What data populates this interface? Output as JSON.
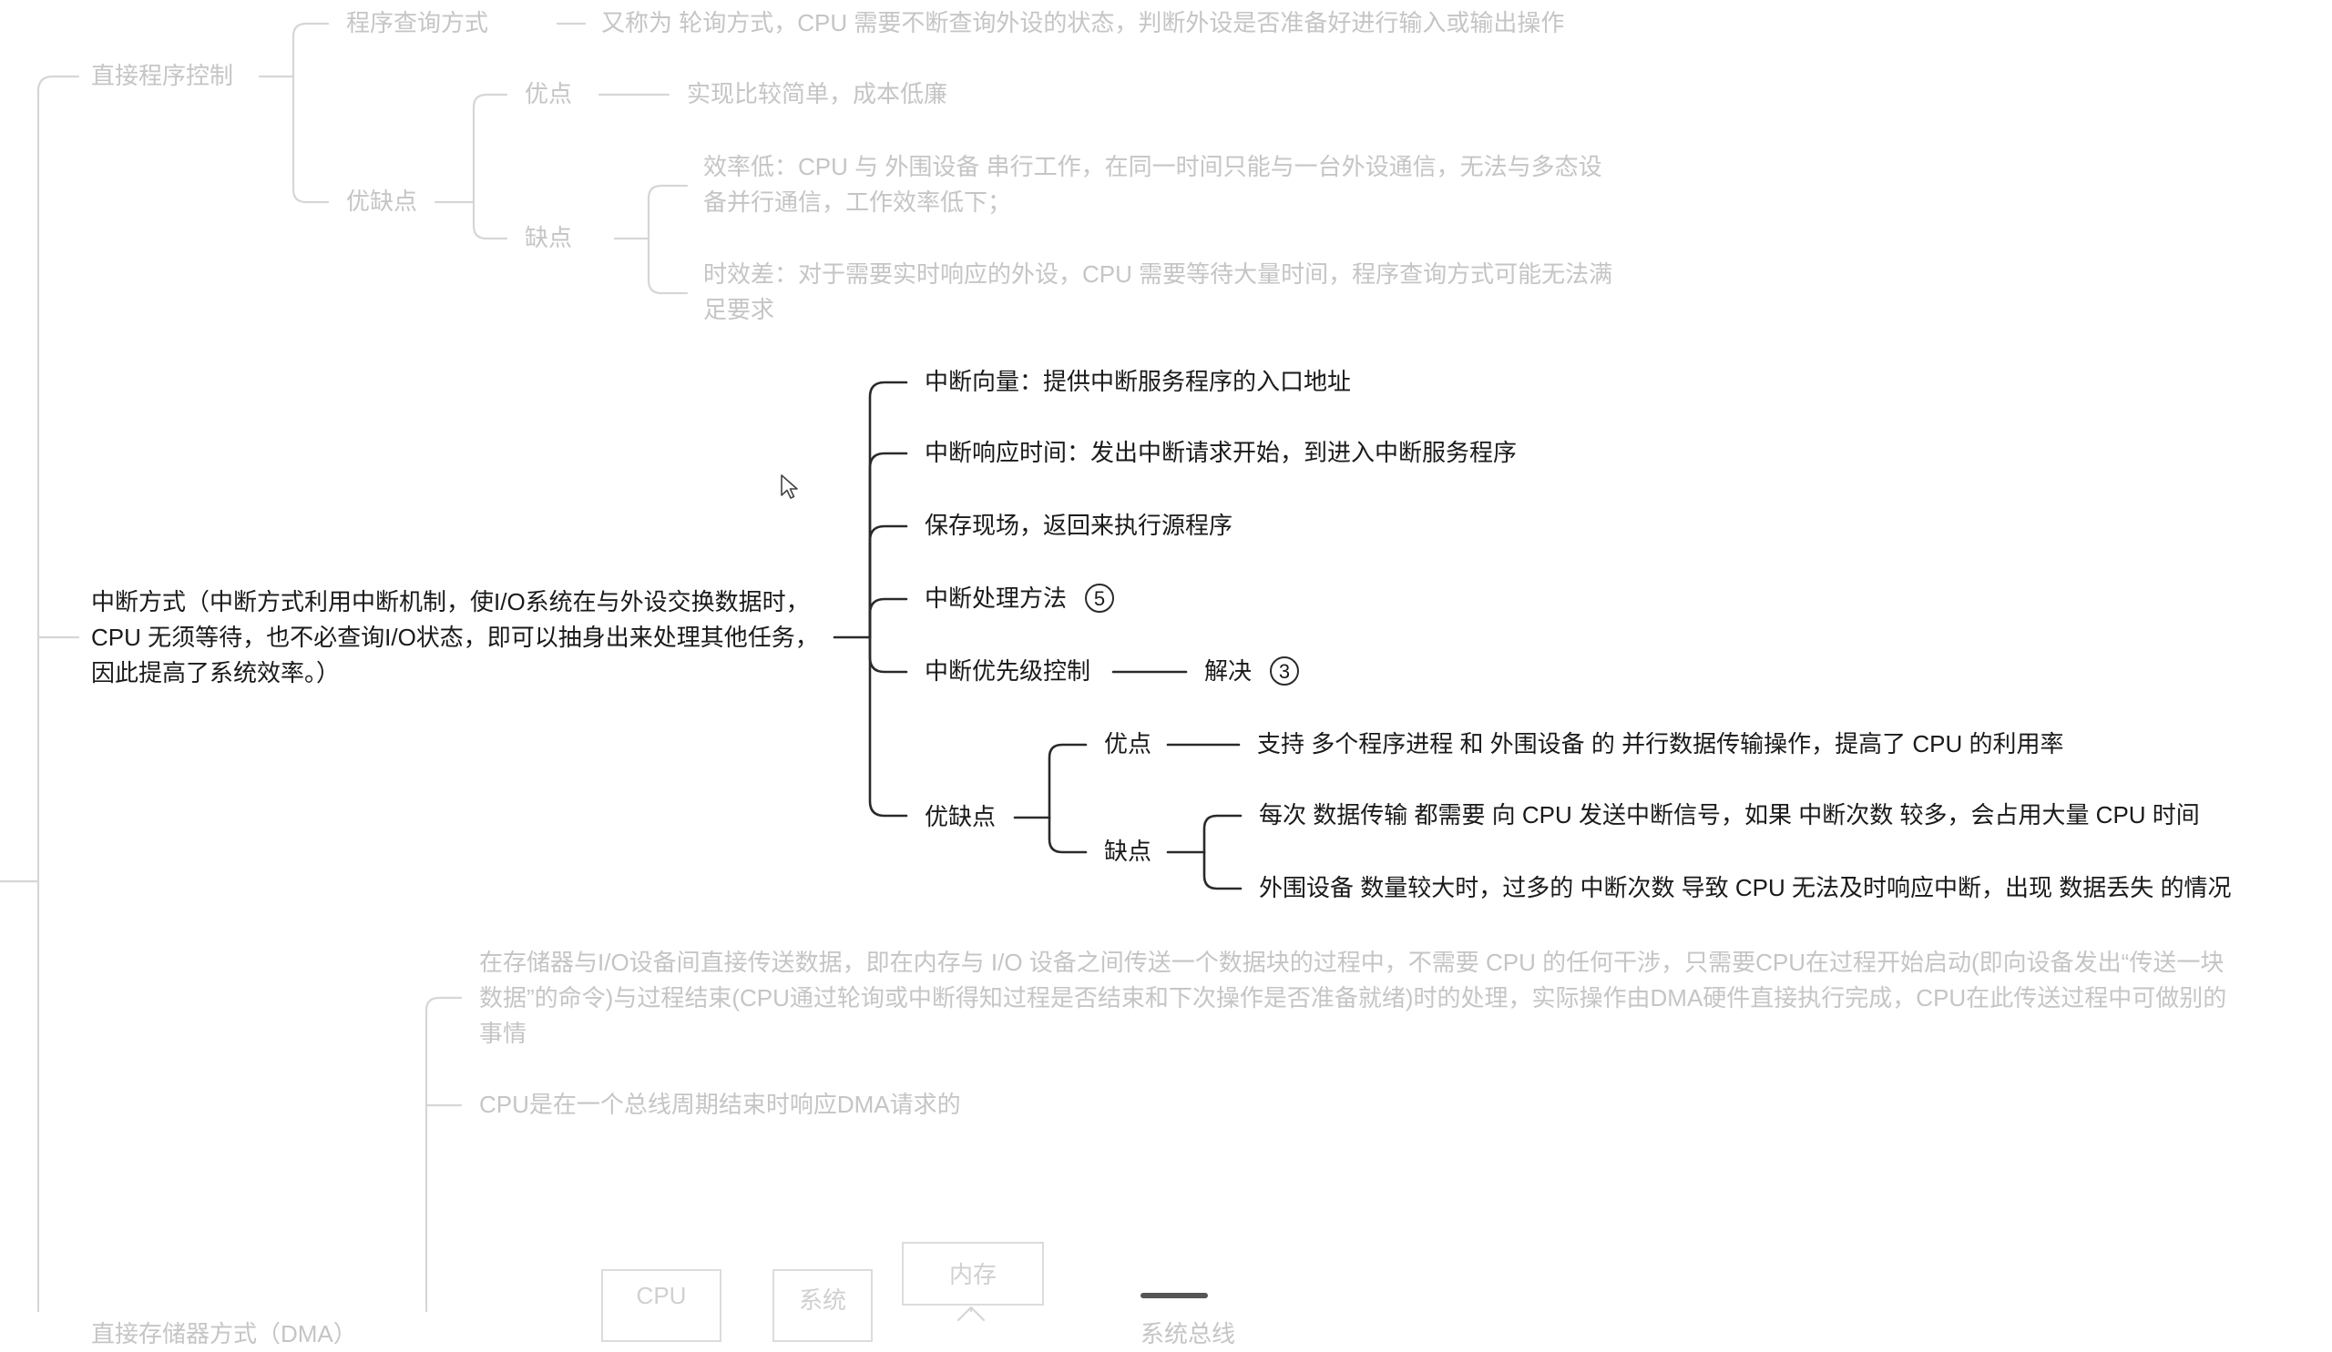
{
  "top": {
    "direct_control": "直接程序控制",
    "poll": "程序查询方式",
    "poll_desc": "又称为 轮询方式，CPU 需要不断查询外设的状态，判断外设是否准备好进行输入或输出操作",
    "proscons": "优缺点",
    "pro": "优点",
    "pro_desc": "实现比较简单，成本低廉",
    "con": "缺点",
    "con1": "效率低：CPU 与 外围设备 串行工作，在同一时间只能与一台外设通信，无法与多态设备并行通信，工作效率低下；",
    "con2": "时效差：对于需要实时响应的外设，CPU 需要等待大量时间，程序查询方式可能无法满足要求"
  },
  "interrupt": {
    "main": "中断方式（中断方式利用中断机制，使I/O系统在与外设交换数据时，CPU 无须等待，也不必查询I/O状态，即可以抽身出来处理其他任务，因此提高了系统效率。）",
    "vector": "中断向量：提供中断服务程序的入口地址",
    "response": "中断响应时间：发出中断请求开始，到进入中断服务程序",
    "save": "保存现场，返回来执行源程序",
    "method": "中断处理方法",
    "method_badge": "5",
    "priority": "中断优先级控制",
    "solve": "解决",
    "solve_badge": "3",
    "proscons": "优缺点",
    "pro": "优点",
    "pro_desc": "支持 多个程序进程 和 外围设备 的 并行数据传输操作，提高了 CPU 的利用率",
    "con": "缺点",
    "con1": "每次 数据传输 都需要 向 CPU 发送中断信号，如果 中断次数 较多，会占用大量 CPU 时间",
    "con2": "外围设备 数量较大时，过多的 中断次数 导致 CPU 无法及时响应中断，出现 数据丢失 的情况"
  },
  "dma": {
    "desc1": "在存储器与I/O设备间直接传送数据，即在内存与 I/O 设备之间传送一个数据块的过程中，不需要 CPU 的任何干涉，只需要CPU在过程开始启动(即向设备发出“传送一块数据”的命令)与过程结束(CPU通过轮询或中断得知过程是否结束和下次操作是否准备就绪)时的处理，实际操作由DMA硬件直接执行完成，CPU在此传送过程中可做别的事情",
    "desc2": "CPU是在一个总线周期结束时响应DMA请求的",
    "label": "直接存储器方式（DMA）",
    "box_cpu": "CPU",
    "box_sys": "系统",
    "box_mem": "内存",
    "bus": "系统总线"
  },
  "colors": {
    "active": "#1a1a1a",
    "inactive": "#c5c5c5",
    "line_active": "#2a2a2a",
    "line_inactive": "#d6d6d6"
  },
  "icons": {
    "cursor": "mouse-pointer-icon"
  }
}
